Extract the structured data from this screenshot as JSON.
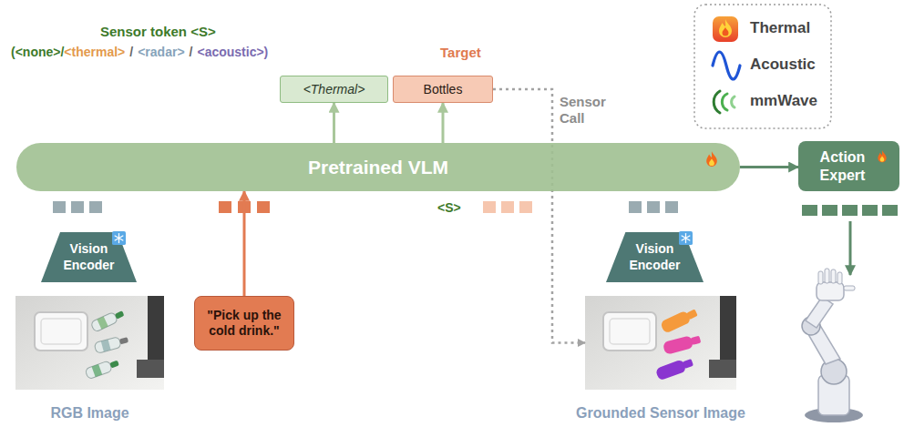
{
  "diagram": {
    "nodes": [
      {
        "text": [
          "<Thermal>"
        ]
      },
      {
        "text": [
          "Bottles"
        ]
      },
      {
        "text": [
          "Pretrained VLM"
        ]
      },
      {
        "text": [
          "Action Expert"
        ]
      },
      {
        "text": [
          "Vision Encoder"
        ]
      },
      {
        "text": [
          "\"Pick up the cold drink.\""
        ]
      },
      {
        "text": [
          "Vision Encoder"
        ]
      },
      {
        "text": [
          "RGB Image"
        ]
      },
      {
        "text": [
          "Grounded Sensor Image"
        ]
      }
    ],
    "edges": [
      {
        "from": 2,
        "to": 0,
        "arrow": "to"
      },
      {
        "from": 2,
        "to": 1,
        "arrow": "to"
      },
      {
        "from": 5,
        "to": 2,
        "arrow": "to"
      },
      {
        "from": 1,
        "to": 8,
        "label": "Sensor Call",
        "arrow": "to"
      },
      {
        "from": 2,
        "to": 3,
        "arrow": "to"
      }
    ],
    "labels": [
      "Sensor token <S>",
      "(<none>/",
      "<thermal>",
      "/",
      "<radar>",
      "/",
      "<acoustic>)",
      "Target",
      "<S>"
    ],
    "legend": [
      {
        "text": "Thermal"
      },
      {
        "text": "Acoustic"
      },
      {
        "text": "mmWave"
      }
    ]
  }
}
